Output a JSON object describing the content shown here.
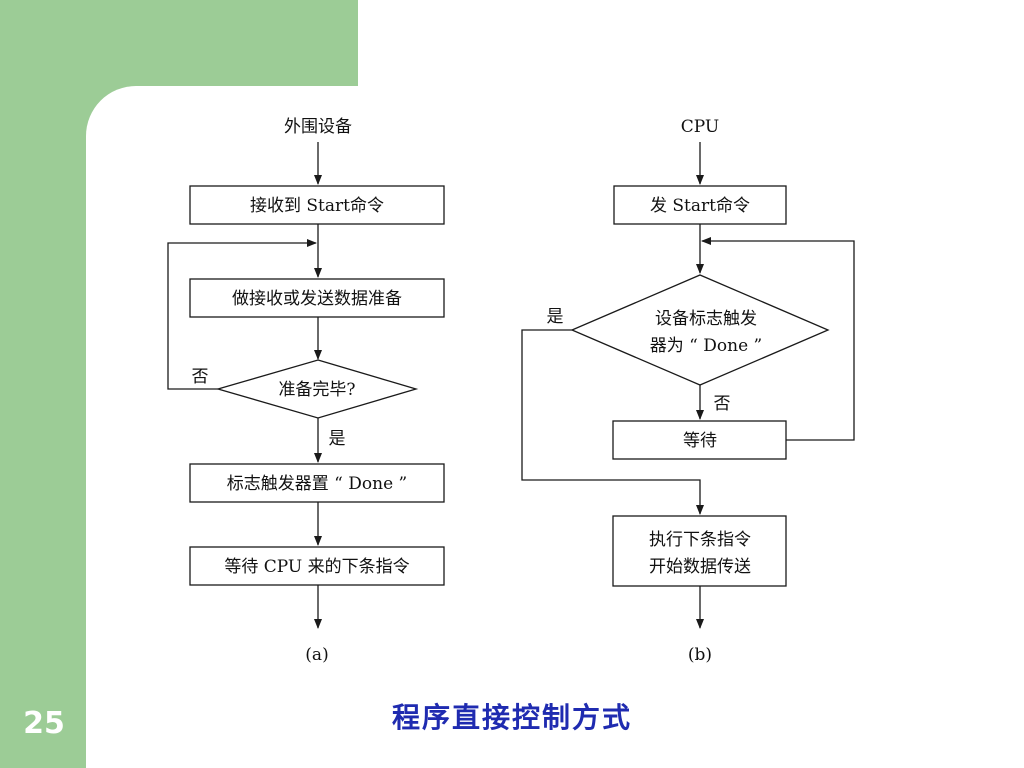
{
  "page_number": "25",
  "caption": "程序直接控制方式",
  "diagram_a": {
    "start_label": "外围设备",
    "step1": "接收到 Start命令",
    "step2": "做接收或发送数据准备",
    "decision": "准备完毕?",
    "no_label": "否",
    "yes_label": "是",
    "step3": "标志触发器置 “ Done ”",
    "step4": "等待 CPU 来的下条指令",
    "sub_caption": "(a)"
  },
  "diagram_b": {
    "start_label": "CPU",
    "step1": "发 Start命令",
    "decision_line1": "设备标志触发",
    "decision_line2": "器为 “ Done ”",
    "yes_label": "是",
    "no_label": "否",
    "wait": "等待",
    "final_line1": "执行下条指令",
    "final_line2": "开始数据传送",
    "sub_caption": "(b)"
  },
  "colors": {
    "background": "#9ccc96",
    "caption": "#1f2bb0",
    "page_number": "#ffffff"
  }
}
